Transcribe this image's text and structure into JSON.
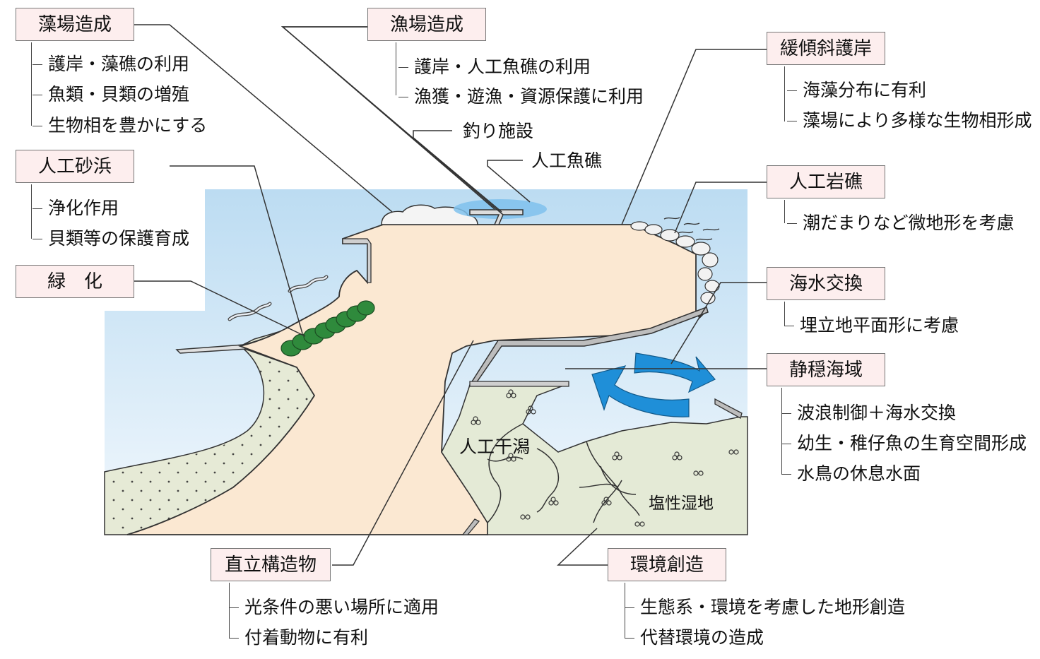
{
  "callouts": {
    "seaweed_bed": {
      "title": "藻場造成",
      "items": [
        "護岸・藻礁の利用",
        "魚類・貝類の増殖",
        "生物相を豊かにする"
      ]
    },
    "artificial_beach": {
      "title": "人工砂浜",
      "items": [
        "浄化作用",
        "貝類等の保護育成"
      ]
    },
    "greening": {
      "title": "緑　化",
      "items": []
    },
    "fishing_ground": {
      "title": "漁場造成",
      "items": [
        "護岸・人工魚礁の利用",
        "漁獲・遊漁・資源保護に利用"
      ]
    },
    "gentle_slope": {
      "title": "緩傾斜護岸",
      "items": [
        "海藻分布に有利",
        "藻場により多様な生物相形成"
      ]
    },
    "artificial_reef": {
      "title": "人工岩礁",
      "items": [
        "潮だまりなど微地形を考慮"
      ]
    },
    "seawater_exchange": {
      "title": "海水交換",
      "items": [
        "埋立地平面形に考慮"
      ]
    },
    "calm_waters": {
      "title": "静穏海域",
      "items": [
        "波浪制御＋海水交換",
        "幼生・稚仔魚の生育空間形成",
        "水鳥の休息水面"
      ]
    },
    "vertical_structure": {
      "title": "直立構造物",
      "items": [
        "光条件の悪い場所に適用",
        "付着動物に有利"
      ]
    },
    "environment_creation": {
      "title": "環境創造",
      "items": [
        "生態系・環境を考慮した地形創造",
        "代替環境の造成"
      ]
    }
  },
  "labels": {
    "fishing_facility": "釣り施設",
    "artificial_fish_reef": "人工魚礁",
    "artificial_tidal_flat": "人工干潟",
    "salt_marsh": "塩性湿地"
  },
  "colors": {
    "sea_top": "#bcdcf2",
    "sea_bottom": "#eef6fc",
    "land": "#fbe8d2",
    "wetland": "#e2e8d2",
    "tree": "#2f8a3c",
    "arrow": "#1f8fd8",
    "box_fill": "#fdeeee"
  }
}
